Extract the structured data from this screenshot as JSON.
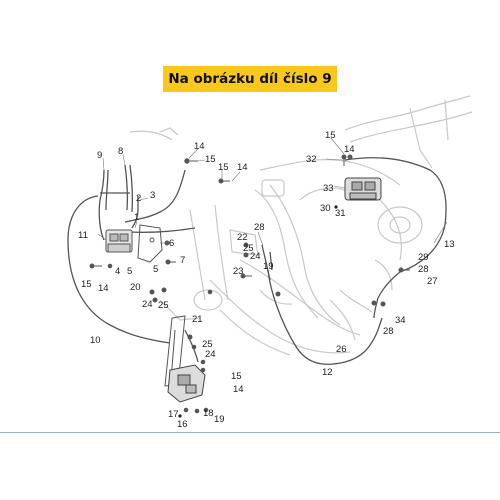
{
  "banner": {
    "text": "Na obrázku díl číslo 9",
    "background": "#f8c81c"
  },
  "diagram": {
    "line_color": "#555555",
    "faint_color": "#c8c8c8",
    "accent_rule_color": "#8fb3d8",
    "labels": [
      {
        "id": "l9",
        "text": "9"
      },
      {
        "id": "l8",
        "text": "8"
      },
      {
        "id": "l14a",
        "text": "14"
      },
      {
        "id": "l15a",
        "text": "15"
      },
      {
        "id": "l15b",
        "text": "15"
      },
      {
        "id": "l14b",
        "text": "14"
      },
      {
        "id": "l15c",
        "text": "15"
      },
      {
        "id": "l32",
        "text": "32"
      },
      {
        "id": "l14c",
        "text": "14"
      },
      {
        "id": "l2",
        "text": "2"
      },
      {
        "id": "l3",
        "text": "3"
      },
      {
        "id": "l1",
        "text": "1"
      },
      {
        "id": "l33",
        "text": "33"
      },
      {
        "id": "l30",
        "text": "30"
      },
      {
        "id": "l31",
        "text": "31"
      },
      {
        "id": "l11",
        "text": "11"
      },
      {
        "id": "l6",
        "text": "6"
      },
      {
        "id": "l7",
        "text": "7"
      },
      {
        "id": "l28a",
        "text": "28"
      },
      {
        "id": "l22",
        "text": "22"
      },
      {
        "id": "l25a",
        "text": "25"
      },
      {
        "id": "l24a",
        "text": "24"
      },
      {
        "id": "l23",
        "text": "23"
      },
      {
        "id": "l19a",
        "text": "19"
      },
      {
        "id": "l13",
        "text": "13"
      },
      {
        "id": "l15d",
        "text": "15"
      },
      {
        "id": "l4",
        "text": "4"
      },
      {
        "id": "l5a",
        "text": "5"
      },
      {
        "id": "l5b",
        "text": "5"
      },
      {
        "id": "l29",
        "text": "29"
      },
      {
        "id": "l28b",
        "text": "28"
      },
      {
        "id": "l27",
        "text": "27"
      },
      {
        "id": "l14d",
        "text": "14"
      },
      {
        "id": "l20",
        "text": "20"
      },
      {
        "id": "l24b",
        "text": "24"
      },
      {
        "id": "l25b",
        "text": "25"
      },
      {
        "id": "l10",
        "text": "10"
      },
      {
        "id": "l21",
        "text": "21"
      },
      {
        "id": "l34",
        "text": "34"
      },
      {
        "id": "l28c",
        "text": "28"
      },
      {
        "id": "l25c",
        "text": "25"
      },
      {
        "id": "l24c",
        "text": "24"
      },
      {
        "id": "l26",
        "text": "26"
      },
      {
        "id": "l12",
        "text": "12"
      },
      {
        "id": "l15e",
        "text": "15"
      },
      {
        "id": "l14e",
        "text": "14"
      },
      {
        "id": "l17",
        "text": "17"
      },
      {
        "id": "l18",
        "text": "18"
      },
      {
        "id": "l19b",
        "text": "19"
      },
      {
        "id": "l16",
        "text": "16"
      }
    ]
  }
}
